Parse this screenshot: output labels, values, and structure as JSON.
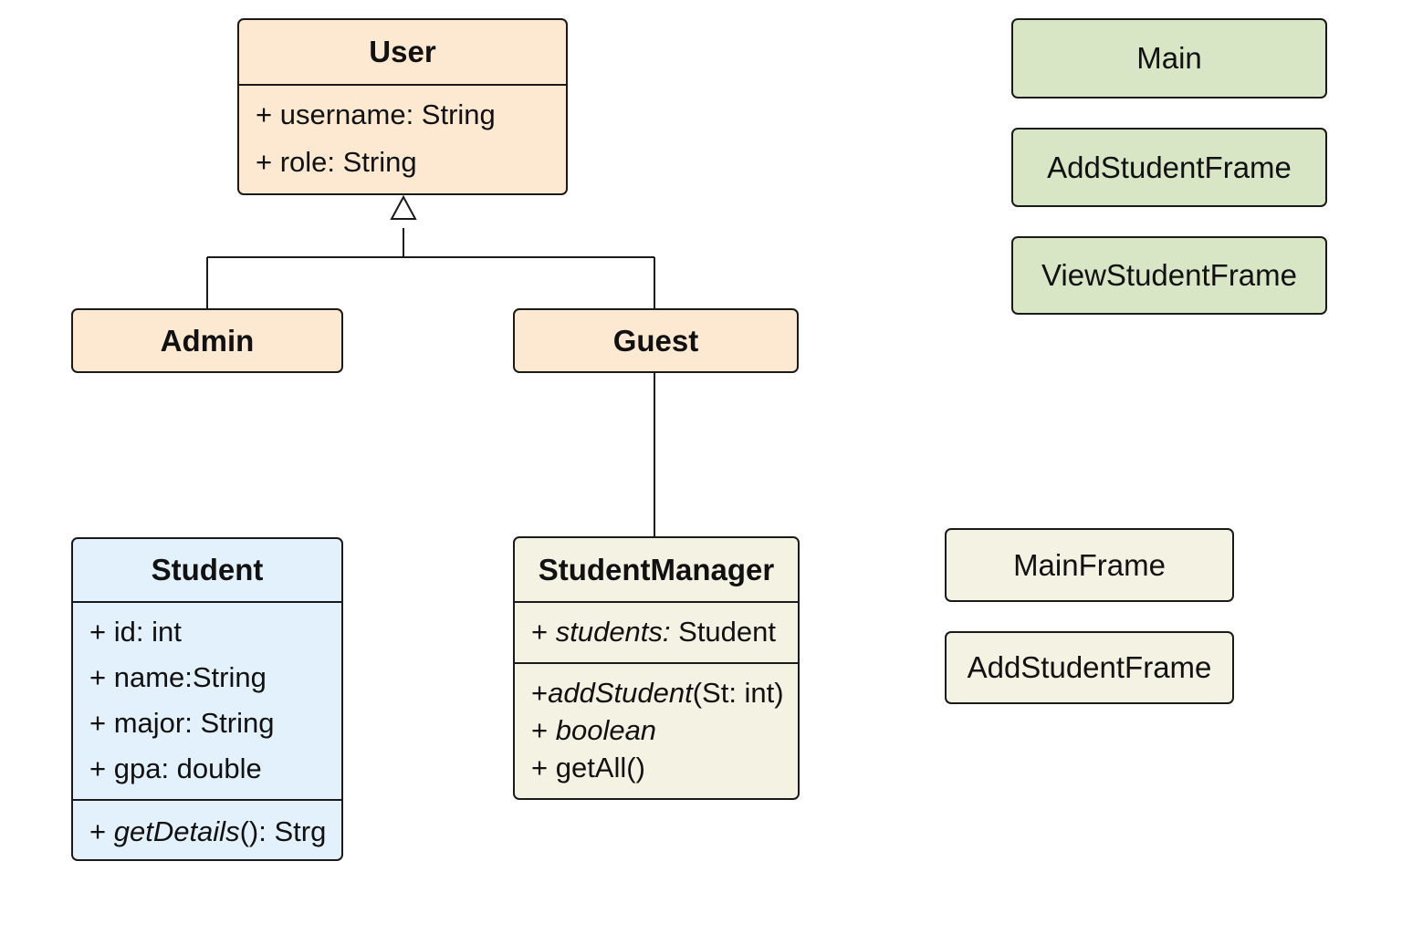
{
  "user": {
    "name": "User",
    "attributes": [
      "+ username: String",
      "+ role: String"
    ]
  },
  "admin": {
    "name": "Admin"
  },
  "guest": {
    "name": "Guest"
  },
  "student": {
    "name": "Student",
    "attributes": [
      "+ id: int",
      "+ name:String",
      "+ major: String",
      "+ gpa: double"
    ],
    "method": {
      "prefix": "+ ",
      "name": "getDetails",
      "suffix": "(): Strg"
    }
  },
  "manager": {
    "name": "StudentManager",
    "attribute": {
      "prefix": "+ ",
      "name": "students:",
      "suffix": " Student"
    },
    "methods": {
      "m1": {
        "prefix": "+",
        "name": "addStudent",
        "suffix": "(St: int)"
      },
      "m2": {
        "prefix": "+ ",
        "name": "boolean"
      },
      "m3": "+ getAll()"
    }
  },
  "green_boxes": [
    "Main",
    "AddStudentFrame",
    "ViewStudentFrame"
  ],
  "beige_boxes": [
    "MainFrame",
    "AddStudentFrame"
  ],
  "colors": {
    "orange_fill": "#fde9d2",
    "blue_fill": "#e3f1fc",
    "beige_fill": "#f4f2e3",
    "green_fill": "#d9e6c6",
    "stroke": "#1a1a1a"
  }
}
